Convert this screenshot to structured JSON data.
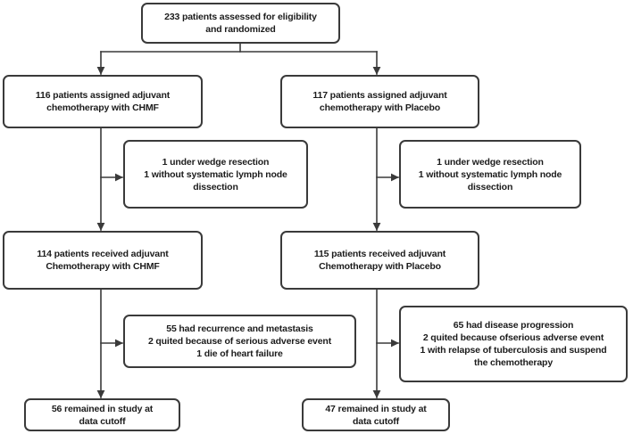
{
  "colors": {
    "box_border": "#3a3a3a",
    "box_background": "#ffffff",
    "text": "#1c1c1c",
    "connector": "#3a3a3a"
  },
  "boxes": {
    "assessed": {
      "text": "233 patients assessed for eligibility\nand randomized"
    },
    "assigned_chmf": {
      "text": "116 patients assigned adjuvant\nchemotherapy with CHMF"
    },
    "assigned_placebo": {
      "text": "117 patients assigned adjuvant\nchemotherapy with Placebo"
    },
    "excluded_chmf": {
      "text": "1 under wedge resection\n1 without systematic lymph node\ndissection"
    },
    "excluded_placebo": {
      "text": "1 under wedge resection\n1 without systematic lymph node\ndissection"
    },
    "received_chmf": {
      "text": "114 patients received adjuvant\nChemotherapy with CHMF"
    },
    "received_placebo": {
      "text": "115 patients received adjuvant\nChemotherapy with Placebo"
    },
    "events_chmf": {
      "text": "55 had recurrence and metastasis\n2 quited because of serious adverse event\n1 die of heart failure"
    },
    "events_placebo": {
      "text": "65 had disease progression\n2 quited because ofserious adverse event\n1 with relapse of tuberculosis and suspend\nthe chemotherapy"
    },
    "remained_chmf": {
      "text": "56 remained in study at\ndata cutoff"
    },
    "remained_placebo": {
      "text": "47 remained in study at\ndata cutoff"
    }
  },
  "flow": {
    "edges": [
      {
        "from": "assessed",
        "to": "assigned_chmf"
      },
      {
        "from": "assessed",
        "to": "assigned_placebo"
      },
      {
        "from": "assigned_chmf",
        "to": "excluded_chmf"
      },
      {
        "from": "assigned_chmf",
        "to": "received_chmf"
      },
      {
        "from": "assigned_placebo",
        "to": "excluded_placebo"
      },
      {
        "from": "assigned_placebo",
        "to": "received_placebo"
      },
      {
        "from": "received_chmf",
        "to": "events_chmf"
      },
      {
        "from": "received_chmf",
        "to": "remained_chmf"
      },
      {
        "from": "received_placebo",
        "to": "events_placebo"
      },
      {
        "from": "received_placebo",
        "to": "remained_placebo"
      }
    ]
  }
}
